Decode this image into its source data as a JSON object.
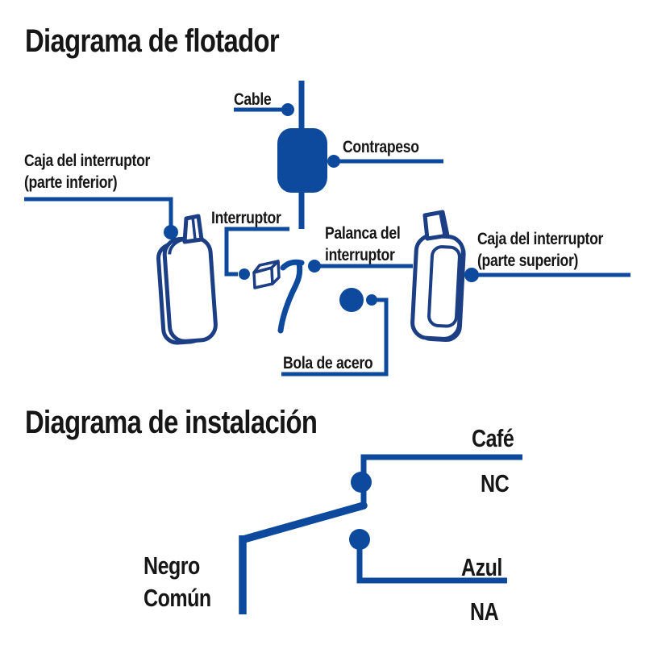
{
  "colors": {
    "line_blue": "#0d4a9e",
    "outline_navy": "#1c3e84",
    "text_ink": "#161616",
    "background": "#ffffff"
  },
  "float_diagram": {
    "title": "Diagrama de flotador",
    "labels": {
      "cable": "Cable",
      "contrapeso": "Contrapeso",
      "caja_inferior_line1": "Caja del interruptor",
      "caja_inferior_line2": "(parte inferior)",
      "interruptor": "Interruptor",
      "palanca_line1": "Palanca del",
      "palanca_line2": "interruptor",
      "caja_superior_line1": "Caja del interruptor",
      "caja_superior_line2": "(parte superior)",
      "bola": "Bola de acero"
    }
  },
  "installation_diagram": {
    "title": "Diagrama de instalación",
    "labels": {
      "cafe": "Café",
      "nc": "NC",
      "negro_line1": "Negro",
      "negro_line2": "Común",
      "azul": "Azul",
      "na": "NA"
    }
  }
}
